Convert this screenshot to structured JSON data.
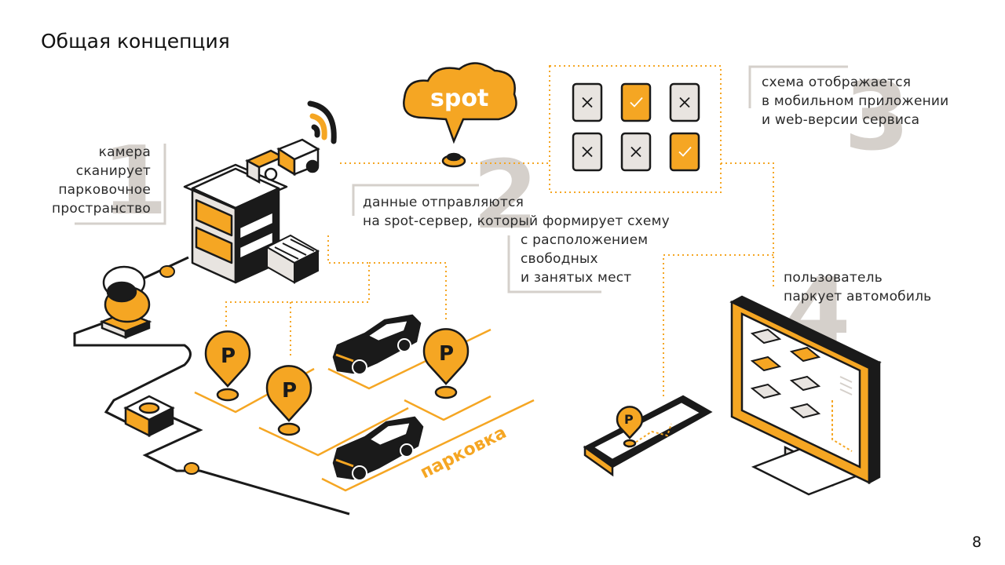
{
  "slide": {
    "title": "Общая концепция",
    "page_number": "8"
  },
  "colors": {
    "accent": "#f5a623",
    "dark": "#1a1a1a",
    "gray": "#d5d0cb"
  },
  "steps": [
    {
      "number": "1",
      "lines": [
        "камера",
        "сканирует",
        "парковочное",
        "пространство"
      ]
    },
    {
      "number": "2",
      "lines": [
        "данные отправляются",
        "на spot-сервер, который формирует схему",
        "с расположением",
        "свободных",
        "и занятых мест"
      ]
    },
    {
      "number": "3",
      "lines": [
        "схема отображается",
        "в мобильном приложении",
        "и web-версии сервиса"
      ]
    },
    {
      "number": "4",
      "lines": [
        "пользователь",
        "паркует автомобиль"
      ]
    }
  ],
  "illustration": {
    "cloud_label": "spot",
    "parking_label": "парковка",
    "pin_letter": "P",
    "scheme_grid": [
      [
        "occupied",
        "free",
        "occupied"
      ],
      [
        "occupied",
        "occupied",
        "free"
      ]
    ],
    "icons": [
      "camera-icon",
      "wifi-signal-icon",
      "building-icon",
      "car-icon",
      "parking-pin-icon",
      "smartphone-icon",
      "monitor-icon",
      "sensor-icon"
    ]
  }
}
